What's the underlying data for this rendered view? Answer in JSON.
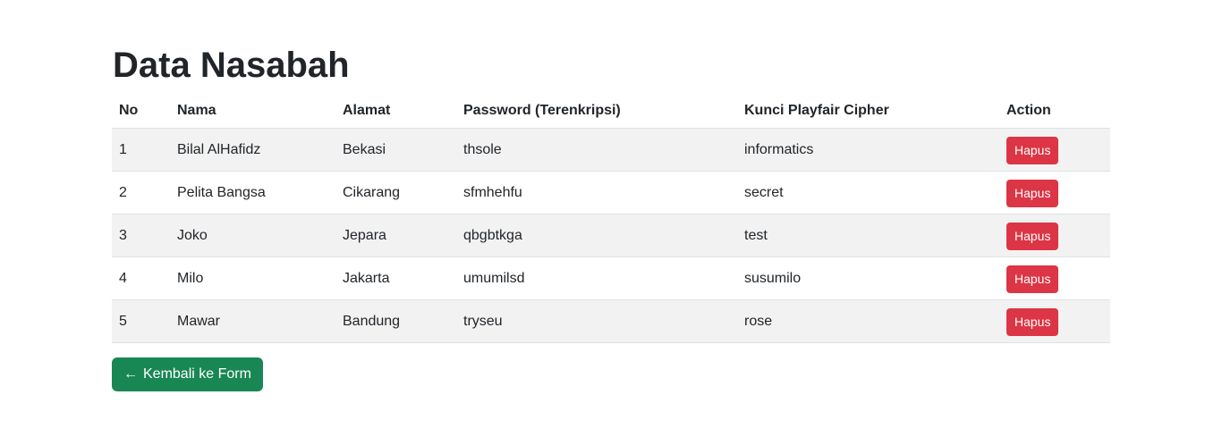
{
  "page": {
    "title": "Data Nasabah"
  },
  "table": {
    "headers": {
      "no": "No",
      "nama": "Nama",
      "alamat": "Alamat",
      "password": "Password (Terenkripsi)",
      "kunci": "Kunci Playfair Cipher",
      "action": "Action"
    },
    "rows": [
      {
        "no": "1",
        "nama": "Bilal AlHafidz",
        "alamat": "Bekasi",
        "password": "thsole",
        "kunci": "informatics",
        "action": "Hapus"
      },
      {
        "no": "2",
        "nama": "Pelita Bangsa",
        "alamat": "Cikarang",
        "password": "sfmhehfu",
        "kunci": "secret",
        "action": "Hapus"
      },
      {
        "no": "3",
        "nama": "Joko",
        "alamat": "Jepara",
        "password": "qbgbtkga",
        "kunci": "test",
        "action": "Hapus"
      },
      {
        "no": "4",
        "nama": "Milo",
        "alamat": "Jakarta",
        "password": "umumilsd",
        "kunci": "susumilo",
        "action": "Hapus"
      },
      {
        "no": "5",
        "nama": "Mawar",
        "alamat": "Bandung",
        "password": "tryseu",
        "kunci": "rose",
        "action": "Hapus"
      }
    ]
  },
  "back_button": {
    "arrow": "←",
    "label": "Kembali ke Form"
  },
  "colors": {
    "danger": "#dc3545",
    "success": "#198754",
    "stripe": "#f2f2f2"
  }
}
